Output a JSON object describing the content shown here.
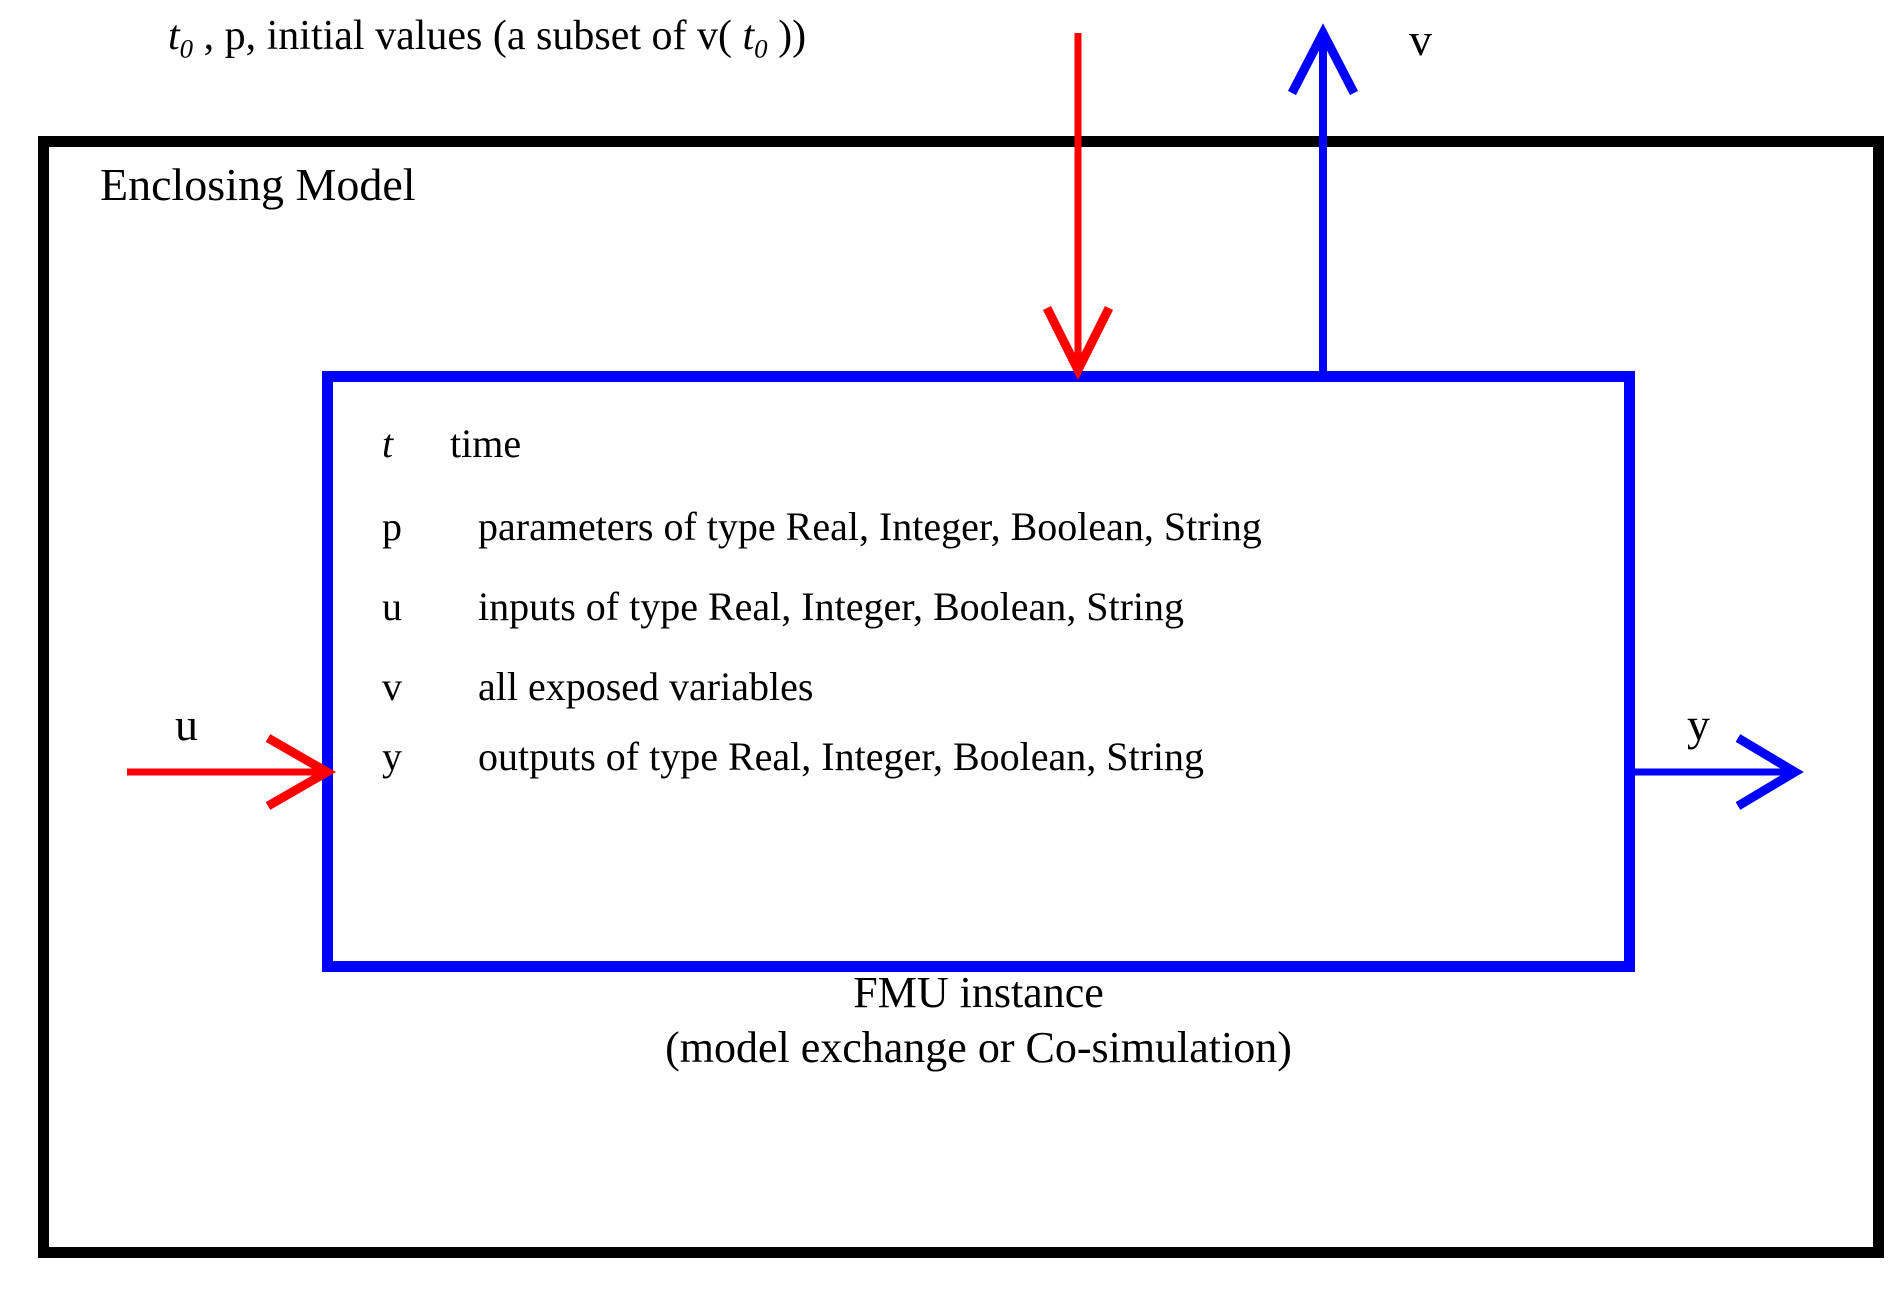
{
  "diagram": {
    "title": "FMI Enclosing Model and FMU instance data flow",
    "outer_box_label": "Enclosing Model",
    "top_caption": {
      "prefix_symbol": "t",
      "prefix_subscript": "0",
      "text_middle": " , p, initial values (a subset of v( ",
      "inner_symbol": "t",
      "inner_subscript": "0",
      "text_end": " ))"
    },
    "fmu": {
      "caption_line1": "FMU  instance",
      "caption_line2": "(model exchange or Co-simulation)",
      "legend": [
        {
          "symbol": "t",
          "italic": true,
          "description": "time"
        },
        {
          "symbol": "p",
          "italic": false,
          "description": "parameters of type Real, Integer, Boolean, String"
        },
        {
          "symbol": "u",
          "italic": false,
          "description": "inputs of type Real, Integer, Boolean, String"
        },
        {
          "symbol": "v",
          "italic": false,
          "description": "all exposed variables"
        },
        {
          "symbol": "y",
          "italic": false,
          "description": "outputs of type Real, Integer, Boolean, String"
        }
      ]
    },
    "arrows": [
      {
        "name": "initial-values-arrow",
        "label": "",
        "color": "#FF0000",
        "direction": "down",
        "from": "outside-top",
        "to": "fmu-top"
      },
      {
        "name": "exposed-variables-arrow",
        "label": "v",
        "color": "#0000FF",
        "direction": "up",
        "from": "fmu-top",
        "to": "outside-top"
      },
      {
        "name": "input-arrow",
        "label": "u",
        "color": "#FF0000",
        "direction": "right",
        "from": "outside-left",
        "to": "fmu-left"
      },
      {
        "name": "output-arrow",
        "label": "y",
        "color": "#0000FF",
        "direction": "right",
        "from": "fmu-right",
        "to": "outside-right"
      }
    ],
    "colors": {
      "outer_border": "#000000",
      "fmu_border": "#0000FF",
      "input_arrow": "#FF0000",
      "output_arrow": "#0000FF",
      "background": "#FFFFFF",
      "text": "#000000"
    }
  }
}
